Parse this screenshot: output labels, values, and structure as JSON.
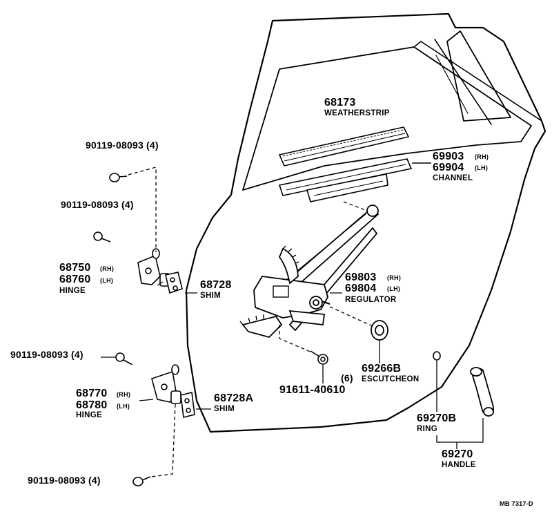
{
  "parts": {
    "weatherstrip": {
      "number": "68173",
      "name": "WEATHERSTRIP"
    },
    "channel": {
      "rh": "69903",
      "rh_tag": "(RH)",
      "lh": "69904",
      "lh_tag": "(LH)",
      "name": "CHANNEL"
    },
    "screw_top1": {
      "number": "90119-08093 (4)"
    },
    "screw_top2": {
      "number": "90119-08093 (4)"
    },
    "upper_hinge": {
      "rh": "68750",
      "rh_tag": "(RH)",
      "lh": "68760",
      "lh_tag": "(LH)",
      "name": "HINGE"
    },
    "upper_shim": {
      "number": "68728",
      "name": "SHIM"
    },
    "regulator": {
      "rh": "69803",
      "rh_tag": "(RH)",
      "lh": "69804",
      "lh_tag": "(LH)",
      "name": "REGULATOR"
    },
    "screw_mid": {
      "number": "90119-08093 (4)"
    },
    "escutcheon": {
      "number": "69266B",
      "name": "ESCUTCHEON"
    },
    "bolt": {
      "qty": "(6)",
      "number": "91611-40610"
    },
    "lower_hinge": {
      "rh": "68770",
      "rh_tag": "(RH)",
      "lh": "68780",
      "lh_tag": "(LH)",
      "name": "HINGE"
    },
    "lower_shim": {
      "number": "68728A",
      "name": "SHIM"
    },
    "ring": {
      "number": "69270B",
      "name": "RING"
    },
    "handle": {
      "number": "69270",
      "name": "HANDLE"
    },
    "screw_bottom": {
      "number": "90119-08093 (4)"
    }
  },
  "drawing_code": "MB 7317-D"
}
